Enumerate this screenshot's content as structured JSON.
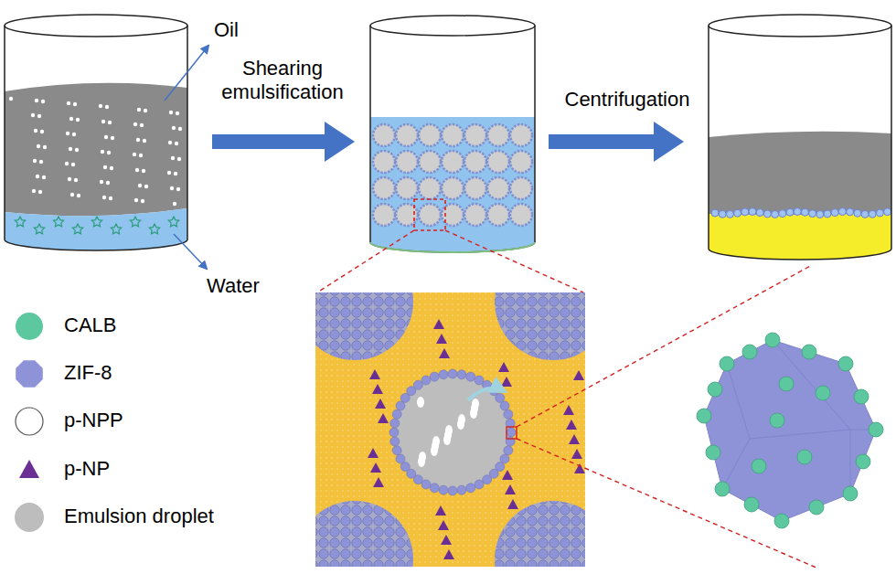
{
  "diagram": {
    "labels": [
      "Oil",
      "Water",
      "Shearing emulsification",
      "Centrifugation"
    ],
    "legend": [
      {
        "text": "CALB",
        "color": "#5dc8a0"
      },
      {
        "text": "ZIF-8",
        "color": "#8e93d8"
      },
      {
        "text": "p-NPP",
        "color": "#ffffff"
      },
      {
        "text": "p-NP",
        "color": "#6b2e94"
      },
      {
        "text": "Emulsion droplet",
        "color": "#bdbdbd"
      }
    ]
  }
}
